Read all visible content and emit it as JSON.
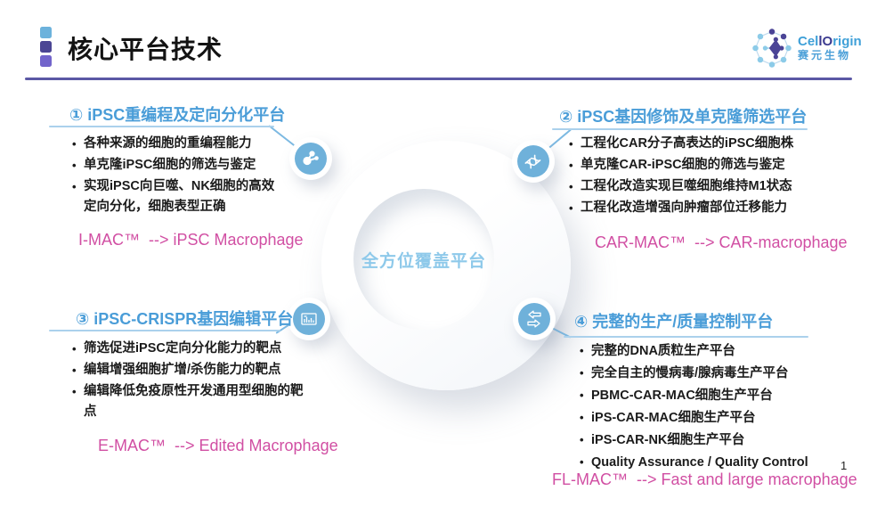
{
  "slide": {
    "header": {
      "title": "核心平台技术",
      "logo": {
        "brand_prefix": "Cel",
        "brand_mid": "lO",
        "brand_suffix": "rigin",
        "subtitle": "赛元生物"
      }
    },
    "center_label": "全方位覆盖平台",
    "page_number": "1",
    "quadrants": [
      {
        "title": "① iPSC重编程及定向分化平台",
        "icon": "molecule-icon",
        "bullets": [
          "各种来源的细胞的重编程能力",
          "单克隆iPSC细胞的筛选与鉴定",
          "实现iPSC向巨噬、NK细胞的高效定向分化，细胞表型正确"
        ],
        "tagline": "I-MAC™  --> iPSC Macrophage"
      },
      {
        "title": "② iPSC基因修饰及单克隆筛选平台",
        "icon": "dna-icon",
        "bullets": [
          "工程化CAR分子高表达的iPSC细胞株",
          "单克隆CAR-iPSC细胞的筛选与鉴定",
          "工程化改造实现巨噬细胞维持M1状态",
          "工程化改造增强向肿瘤部位迁移能力"
        ],
        "tagline": "CAR-MAC™  --> CAR-macrophage"
      },
      {
        "title": "③ iPSC-CRISPR基因编辑平台",
        "icon": "bar-chart-icon",
        "bullets": [
          "筛选促进iPSC定向分化能力的靶点",
          "编辑增强细胞扩增/杀伤能力的靶点",
          "编辑降低免疫原性开发通用型细胞的靶点"
        ],
        "tagline": "E-MAC™  --> Edited Macrophage"
      },
      {
        "title": "④ 完整的生产/质量控制平台",
        "icon": "exchange-arrows-icon",
        "bullets": [
          "完整的DNA质粒生产平台",
          "完全自主的慢病毒/腺病毒生产平台",
          "PBMC-CAR-MAC细胞生产平台",
          "iPS-CAR-MAC细胞生产平台",
          "iPS-CAR-NK细胞生产平台",
          "Quality Assurance / Quality Control"
        ],
        "tagline": "FL-MAC™  --> Fast and large macrophage"
      }
    ],
    "colors": {
      "title_blue": "#4a9dd8",
      "underline_blue": "#abd1ec",
      "icon_blue": "#6fb1da",
      "center_text_blue": "#8ec9ea",
      "tagline_magenta": "#d14fa3",
      "divider_purple": "#5b58a5",
      "header_squares": [
        "#6cb2dc",
        "#4b4594",
        "#7264cb"
      ]
    }
  }
}
